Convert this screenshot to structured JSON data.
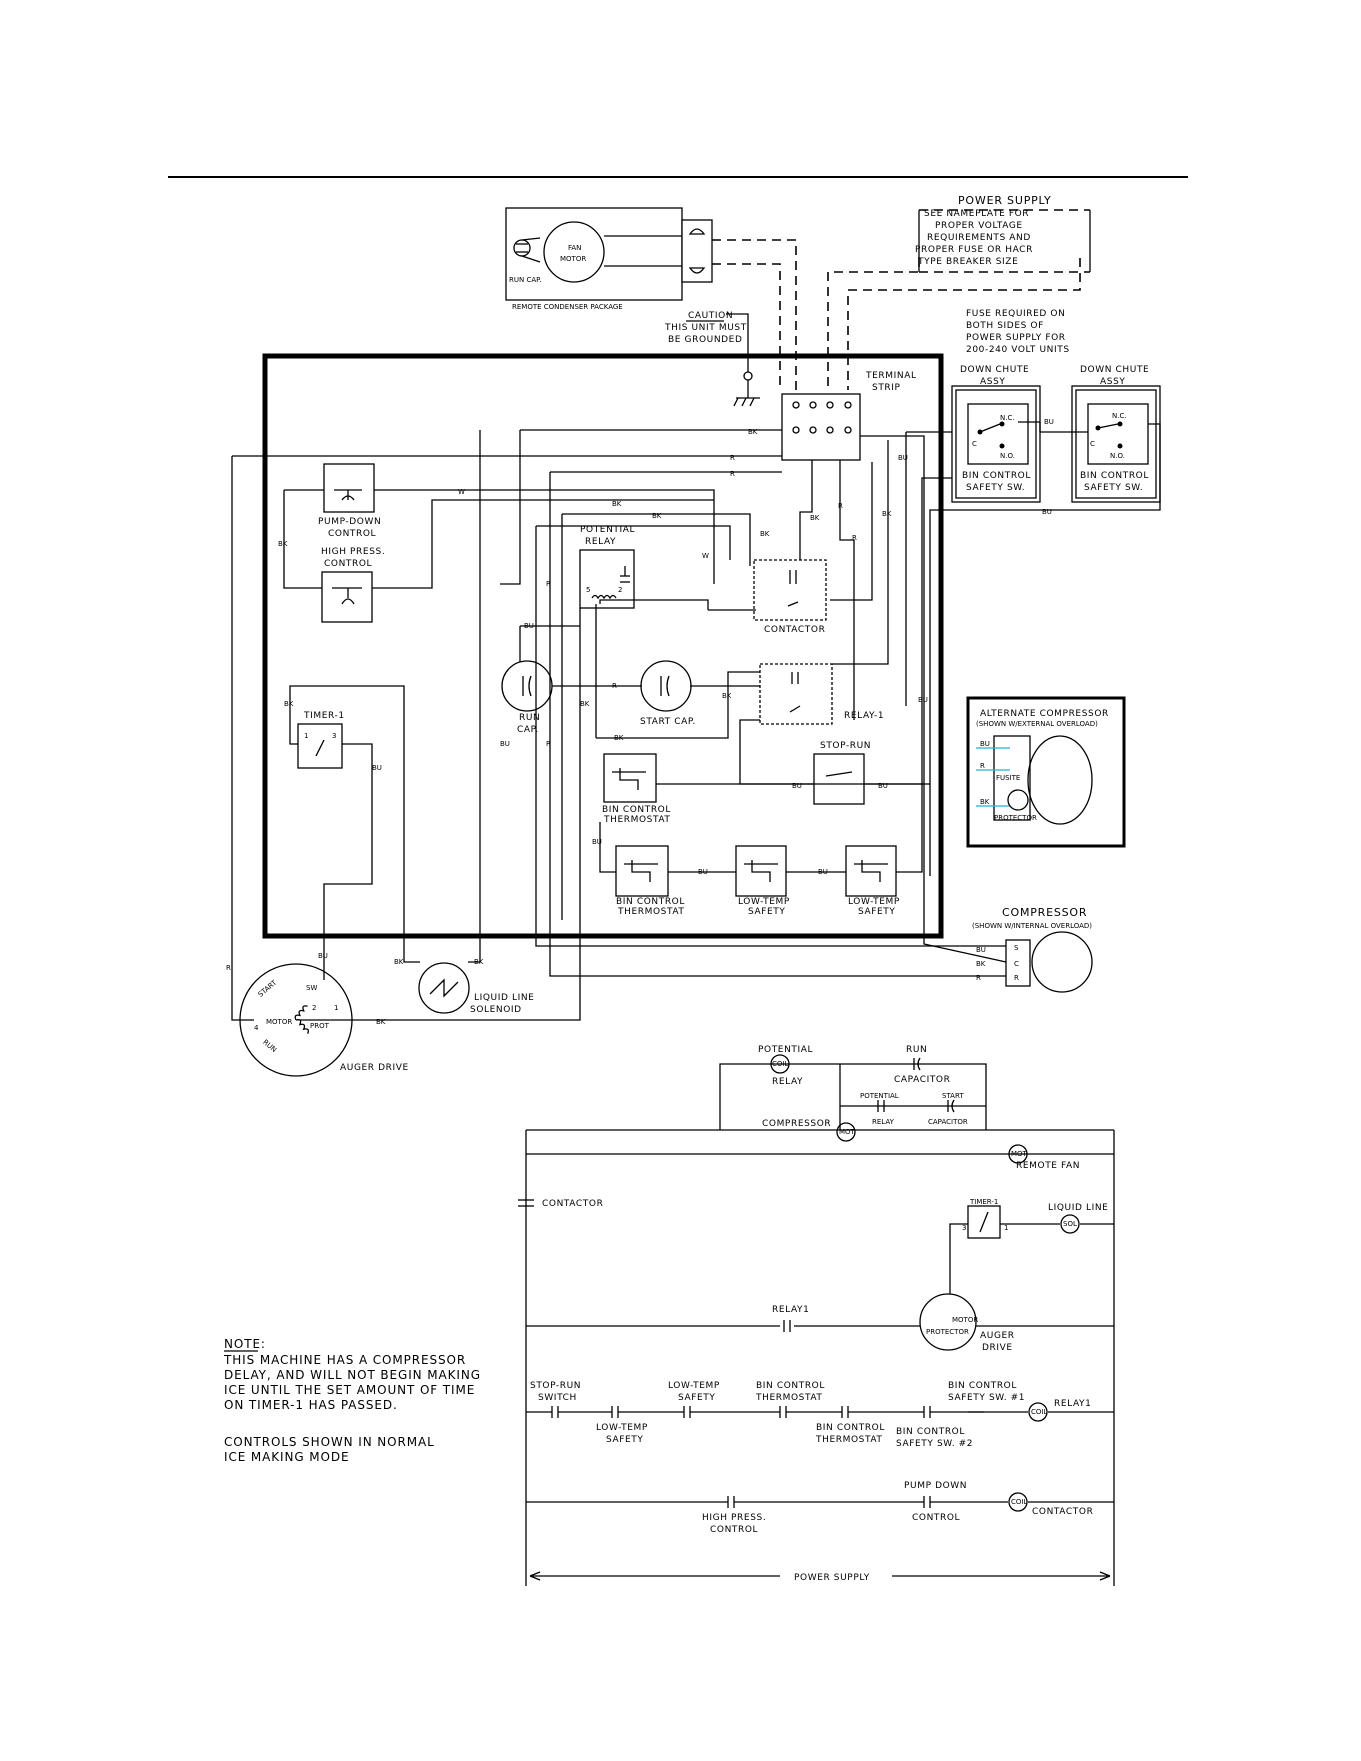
{
  "labels": {
    "fan_motor_1": "FAN",
    "fan_motor_2": "MOTOR",
    "run_cap_small": "RUN CAP.",
    "remote_condenser": "REMOTE CONDENSER PACKAGE",
    "caution_1": "CAUTION",
    "caution_2": "THIS UNIT MUST",
    "caution_3": "BE GROUNDED",
    "power_supply_title": "POWER SUPPLY",
    "ps_1": "SEE NAMEPLATE FOR",
    "ps_2": "PROPER VOLTAGE",
    "ps_3": "REQUIREMENTS AND",
    "ps_4": "PROPER FUSE OR HACR",
    "ps_5": "TYPE BREAKER SIZE",
    "fuse_1": "FUSE REQUIRED ON",
    "fuse_2": "BOTH SIDES OF",
    "fuse_3": "POWER SUPPLY FOR",
    "fuse_4": "200-240 VOLT UNITS",
    "terminal_1": "TERMINAL",
    "terminal_2": "STRIP",
    "down_chute_1": "DOWN CHUTE",
    "down_chute_2": "ASSY",
    "nc": "N.C.",
    "no": "N.O.",
    "c": "C",
    "bin_safety_1": "BIN CONTROL",
    "bin_safety_2": "SAFETY SW.",
    "pump_down_1": "PUMP-DOWN",
    "pump_down_2": "CONTROL",
    "high_press_1": "HIGH PRESS.",
    "high_press_2": "CONTROL",
    "potential_relay_1": "POTENTIAL",
    "potential_relay_2": "RELAY",
    "contactor": "CONTACTOR",
    "relay_1": "RELAY-1",
    "timer_1": "TIMER-1",
    "run_cap_1": "RUN",
    "run_cap_2": "CAP.",
    "start_cap": "START CAP.",
    "stop_run": "STOP-RUN",
    "bin_thermo_1": "BIN CONTROL",
    "bin_thermo_2": "THERMOSTAT",
    "low_temp_1": "LOW-TEMP",
    "low_temp_2": "SAFETY",
    "alt_comp_1": "ALTERNATE COMPRESSOR",
    "alt_comp_2": "(SHOWN W/EXTERNAL OVERLOAD)",
    "fuse_box": "FUSITE",
    "protector": "PROTECTOR",
    "compressor": "COMPRESSOR",
    "compressor_2": "(SHOWN W/INTERNAL OVERLOAD)",
    "liquid_line_1": "LIQUID LINE",
    "liquid_line_2": "SOLENOID",
    "start": "START",
    "motor": "MOTOR",
    "run": "RUN",
    "sw": "SW",
    "prot": "PROT",
    "auger_drive": "AUGER DRIVE",
    "term_s": "S",
    "term_c": "C",
    "term_r": "R",
    "pin_1": "1",
    "pin_2": "2",
    "pin_3": "3",
    "pin_4": "4",
    "pin_5": "5"
  },
  "wire_colors": {
    "bk": "BK",
    "r": "R",
    "w": "W",
    "bu": "BU"
  },
  "ladder": {
    "potential_relay_1": "POTENTIAL",
    "potential_relay_2": "RELAY",
    "coil": "COIL",
    "run_cap_1": "RUN",
    "run_cap_2": "CAPACITOR",
    "potential_1": "POTENTIAL",
    "potential_2": "RELAY",
    "start_1": "START",
    "start_2": "CAPACITOR",
    "compressor": "COMPRESSOR",
    "mot": "MOT",
    "remote_fan": "REMOTE FAN",
    "contactor": "CONTACTOR",
    "timer_1": "TIMER-1",
    "liquid_line": "LIQUID LINE",
    "sol": "SOL",
    "relay1": "RELAY1",
    "motor": "MOTOR",
    "protector": "PROTECTOR",
    "auger_1": "AUGER",
    "auger_2": "DRIVE",
    "stop_run_1": "STOP-RUN",
    "stop_run_2": "SWITCH",
    "low_temp_1": "LOW-TEMP",
    "low_temp_2": "SAFETY",
    "bin_thermo_1": "BIN CONTROL",
    "bin_thermo_2": "THERMOSTAT",
    "bin_safety_1_1": "BIN CONTROL",
    "bin_safety_1_2": "SAFETY SW. #1",
    "bin_safety_2_1": "BIN CONTROL",
    "bin_safety_2_2": "SAFETY SW. #2",
    "pump_down_1": "PUMP DOWN",
    "pump_down_2": "CONTROL",
    "high_press_1": "HIGH PRESS.",
    "high_press_2": "CONTROL",
    "power_supply": "POWER SUPPLY",
    "pin_3": "3",
    "pin_1": "1"
  },
  "notes": {
    "heading": "NOTE:",
    "line_1": "THIS MACHINE HAS A COMPRESSOR",
    "line_2": "DELAY, AND WILL NOT BEGIN MAKING",
    "line_3": "ICE UNTIL THE SET AMOUNT OF TIME",
    "line_4": "ON TIMER-1 HAS PASSED.",
    "line_5": "CONTROLS SHOWN IN NORMAL",
    "line_6": "ICE MAKING MODE"
  },
  "colors": {
    "line": "#000000",
    "alt_wire": "#19b4d8",
    "background": "#ffffff"
  }
}
